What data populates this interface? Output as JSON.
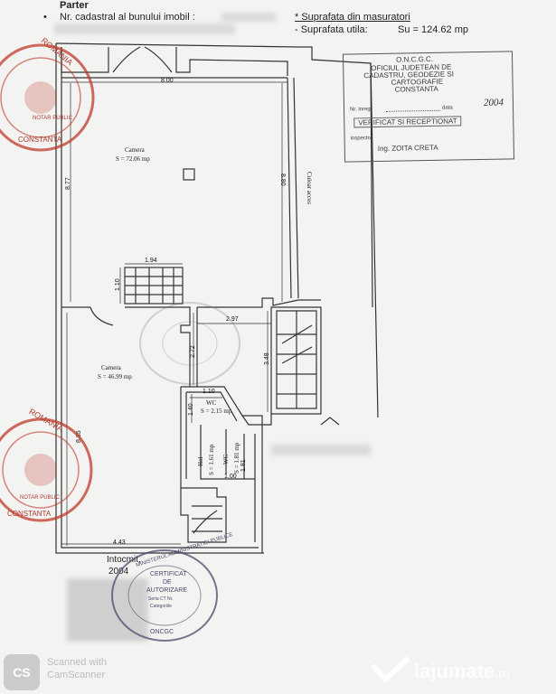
{
  "header": {
    "level_title": "Parter",
    "bullet": "•",
    "cadastral_label": "Nr. cadastral al bunului imobil :",
    "measure_note": "* Suprafata din masuratori",
    "useful_area": "- Suprafata utila:",
    "useful_value": "Su = 124.62 mp"
  },
  "stamp_oncgc": {
    "line1": "O.N.C.G.C.",
    "line2": "OFICIUL JUDETEAN DE",
    "line3": "CADASTRU, GEODEZIE SI",
    "line4": "CARTOGRAFIE",
    "line5": "CONSTANTA",
    "nr_label": "Nr. inreg",
    "data_label": "data",
    "year": "2004",
    "verified": "VERIFICAT SI RECEPTIONAT",
    "inspector_label": "inspector",
    "inspector_name": "Ing. ZOITA CRETA"
  },
  "dimensions": {
    "top_width": "8.00",
    "left_height": "8.77",
    "right_height": "8.80",
    "stair_width": "1.94",
    "stair_height": "1.10",
    "mid_width": "2.97",
    "mid_height": "2.72",
    "stair2_height": "3.48",
    "wc_width": "1.10",
    "wc_height": "1.40",
    "lower_left_height": "8.35",
    "bottom_width": "4.43",
    "hol_area": "S = 1.61 mp",
    "wc2_area": "S = 1.81 mp",
    "wc2_w": "1.81",
    "wc2_b": "1.00"
  },
  "rooms": {
    "camera1_name": "Camera",
    "camera1_area": "S = 72.06 mp",
    "camera2_name": "Camera",
    "camera2_area": "S = 46.99 mp",
    "wc1_name": "WC",
    "wc1_area": "S = 2.15 mp",
    "hol_name": "Hol",
    "wc2_name": "WC",
    "corridor": "Culoar acces"
  },
  "draft": {
    "label": "Intocmit,",
    "year": "2004"
  },
  "stamp_cert": {
    "ring_top": "MINISTERUL ADMINISTRATIEI PUBLICE",
    "line1": "CERTIFICAT",
    "line2": "DE",
    "line3": "AUTORIZARE",
    "line4": "Seria CT Nr.",
    "line5": "Categoriile",
    "bottom": "ONCGC"
  },
  "stamp_notary": {
    "ring1": "ROMANIA",
    "ring2": "NOTAR PUBLIC",
    "ring3": "CONSTANTA"
  },
  "footer": {
    "scanner": "Scanned with CamScanner",
    "cs_badge": "CS",
    "brand": "lajumate",
    "brand_tld": ".ro"
  },
  "colors": {
    "red_stamp": "#c0392b",
    "blue_stamp": "#4a4a6a",
    "ink": "#222222",
    "brand": "#ffffff"
  }
}
